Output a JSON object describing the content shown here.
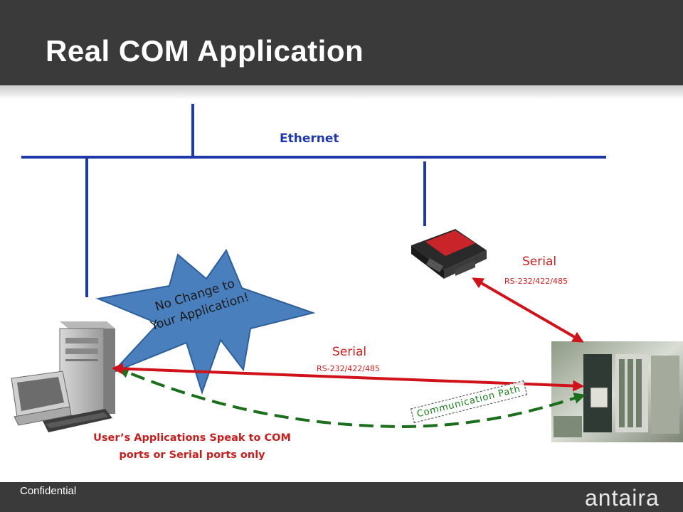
{
  "header": {
    "title": "Real COM Application"
  },
  "diagram": {
    "ethernet_label": "Ethernet",
    "serial_top_label": "Serial",
    "serial_top_standards": "RS-232/422/485",
    "serial_mid_label": "Serial",
    "serial_mid_standards": "RS-232/422/485",
    "burst_text_line1": "No Change to",
    "burst_text_line2": "Your Application!",
    "users_note_line1": "User’s Applications  Speak to COM",
    "users_note_line2": "ports or Serial ports only",
    "communication_path_label": "Communication Path",
    "colors": {
      "ethernet": "#1f3aa8",
      "serial": "#d0121b",
      "communication_path": "#1b6e1b",
      "burst_fill": "#4a7fbd"
    }
  },
  "footer": {
    "confidential": "Confidential",
    "brand": "antaira"
  }
}
